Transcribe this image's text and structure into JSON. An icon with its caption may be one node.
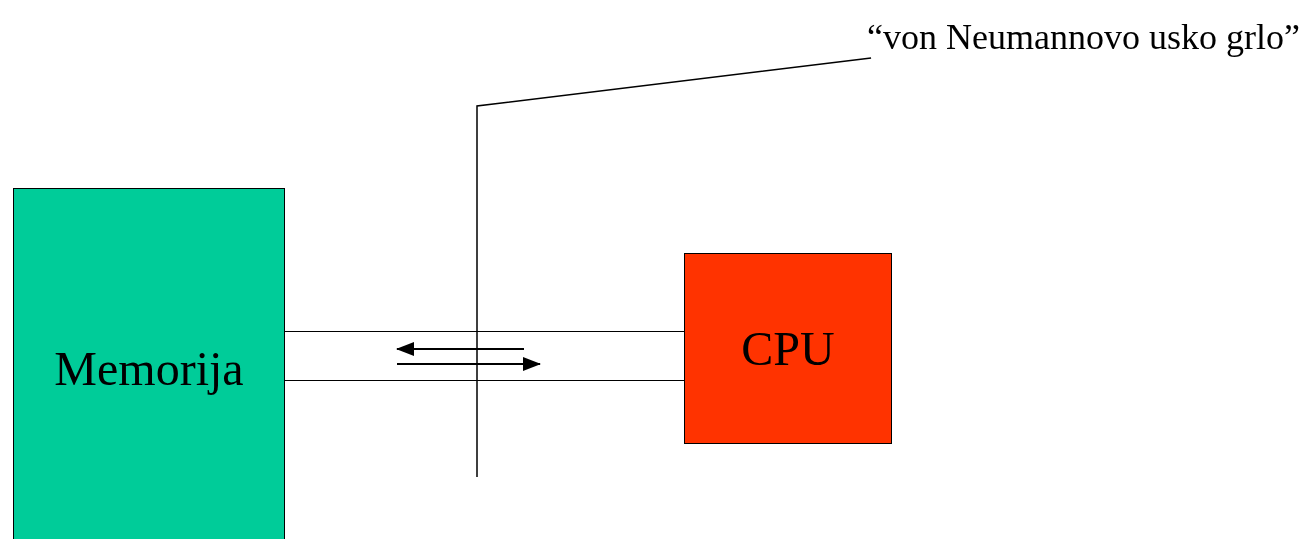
{
  "diagram": {
    "nodes": [
      {
        "text": [
          "Memorija"
        ]
      },
      {
        "text": [
          "CPU"
        ]
      },
      {
        "text": [],
        "shape": "bar"
      },
      {
        "text": [
          "“von Neumannovo usko grlo”"
        ]
      }
    ],
    "edges": [
      {
        "from": 3,
        "to": 2,
        "arrow": "none"
      }
    ]
  }
}
